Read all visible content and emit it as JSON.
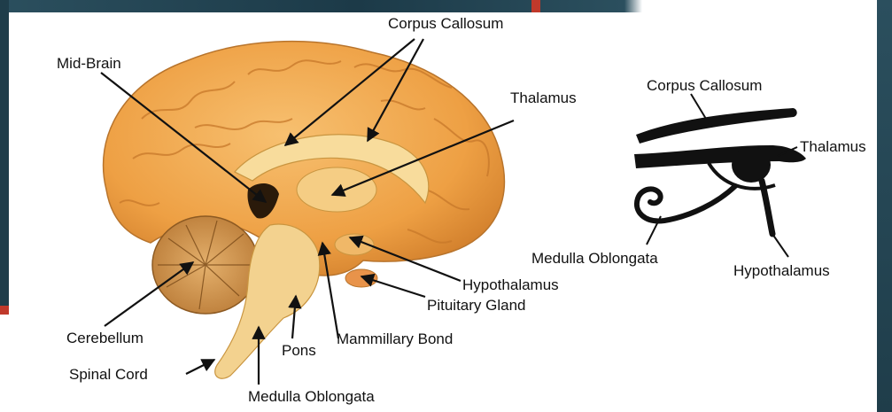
{
  "brain_labels": {
    "corpus_callosum": "Corpus Callosum",
    "mid_brain": "Mid-Brain",
    "thalamus": "Thalamus",
    "hypothalamus": "Hypothalamus",
    "pituitary_gland": "Pituitary Gland",
    "mammillary_bond": "Mammillary Bond",
    "cerebellum": "Cerebellum",
    "pons": "Pons",
    "spinal_cord": "Spinal Cord",
    "medulla_oblongata": "Medulla Oblongata"
  },
  "eye_labels": {
    "corpus_callosum": "Corpus Callosum",
    "thalamus": "Thalamus",
    "medulla_oblongata": "Medulla Oblongata",
    "hypothalamus": "Hypothalamus"
  },
  "colors": {
    "brain": "#f0a94a",
    "brain_dark": "#c7782a",
    "cerebellum": "#d89a55",
    "stem": "#f3d28f",
    "ink": "#111111"
  }
}
